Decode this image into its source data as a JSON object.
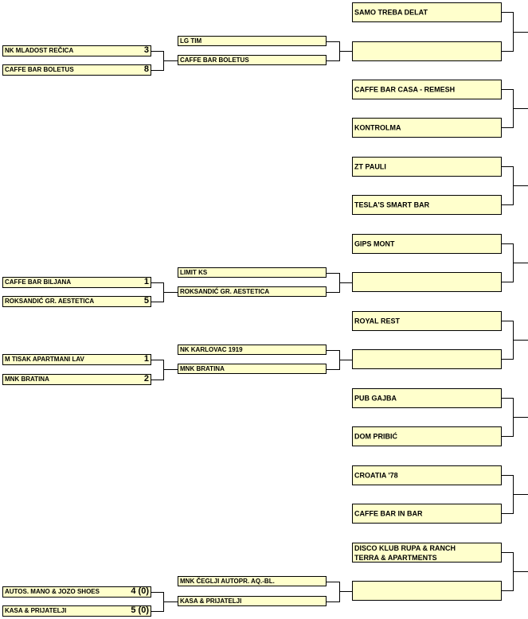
{
  "round1": [
    {
      "team": "NK MLADOST REČICA",
      "score": "3"
    },
    {
      "team": "CAFFE BAR BOLETUS",
      "score": "8"
    },
    {
      "team": "CAFFE BAR BILJANA",
      "score": "1"
    },
    {
      "team": "ROKSANDIĆ GR. AESTETICA",
      "score": "5"
    },
    {
      "team": "M TISAK APARTMANI LAV",
      "score": "1"
    },
    {
      "team": "MNK BRATINA",
      "score": "2"
    },
    {
      "team": "AUTOS. MANO & JOZO SHOES",
      "score": "4 (0)"
    },
    {
      "team": "KASA & PRIJATELJI",
      "score": "5 (0)"
    }
  ],
  "round2": [
    {
      "team": "LG TIM"
    },
    {
      "team": "CAFFE BAR BOLETUS"
    },
    {
      "team": "LIMIT KS"
    },
    {
      "team": "ROKSANDIĆ GR. AESTETICA"
    },
    {
      "team": "NK KARLOVAC 1919"
    },
    {
      "team": "MNK BRATINA"
    },
    {
      "team": "MNK ČEGLJI AUTOPR. AQ.-BL."
    },
    {
      "team": "KASA & PRIJATELJI"
    }
  ],
  "round3": [
    {
      "team": "SAMO TREBA DELAT"
    },
    {
      "team": ""
    },
    {
      "team": "CAFFE BAR CASA - REMESH"
    },
    {
      "team": "KONTROLMA"
    },
    {
      "team": "ZT PAULI"
    },
    {
      "team": "TESLA'S SMART BAR"
    },
    {
      "team": "GIPS MONT"
    },
    {
      "team": ""
    },
    {
      "team": "ROYAL REST"
    },
    {
      "team": ""
    },
    {
      "team": "PUB GAJBA"
    },
    {
      "team": "DOM PRIBIĆ"
    },
    {
      "team": "CROATIA '78"
    },
    {
      "team": "CAFFE BAR IN BAR"
    },
    {
      "team": "DISCO KLUB RUPA & RANCH\nTERRA & APARTMENTS"
    },
    {
      "team": ""
    }
  ]
}
